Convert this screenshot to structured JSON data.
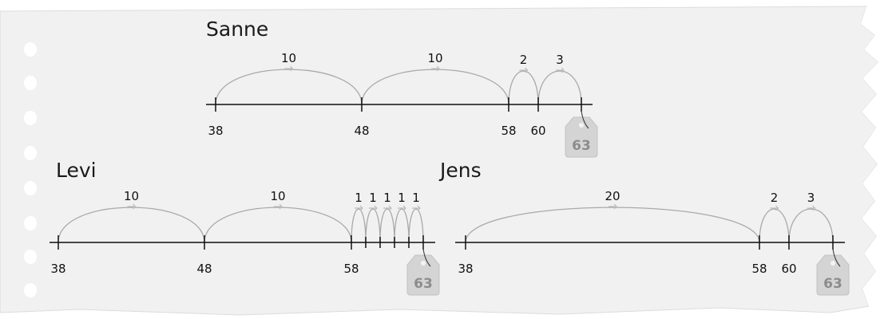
{
  "lines": [
    {
      "name": "Sanne",
      "ticks": [
        38,
        48,
        58,
        60,
        63
      ],
      "tick_labels": [
        "38",
        "48",
        "58",
        "60"
      ],
      "target": "63",
      "jumps": [
        {
          "from": 38,
          "to": 48,
          "label": "10"
        },
        {
          "from": 48,
          "to": 58,
          "label": "10"
        },
        {
          "from": 58,
          "to": 60,
          "label": "2"
        },
        {
          "from": 60,
          "to": 63,
          "label": "3"
        }
      ]
    },
    {
      "name": "Levi",
      "ticks": [
        38,
        48,
        58,
        59,
        60,
        61,
        62,
        63
      ],
      "tick_labels": [
        "38",
        "48",
        "58"
      ],
      "target": "63",
      "jumps": [
        {
          "from": 38,
          "to": 48,
          "label": "10"
        },
        {
          "from": 48,
          "to": 58,
          "label": "10"
        },
        {
          "from": 58,
          "to": 59,
          "label": "1"
        },
        {
          "from": 59,
          "to": 60,
          "label": "1"
        },
        {
          "from": 60,
          "to": 61,
          "label": "1"
        },
        {
          "from": 61,
          "to": 62,
          "label": "1"
        },
        {
          "from": 62,
          "to": 63,
          "label": "1"
        }
      ]
    },
    {
      "name": "Jens",
      "ticks": [
        38,
        58,
        60,
        63
      ],
      "tick_labels": [
        "38",
        "58",
        "60"
      ],
      "target": "63",
      "jumps": [
        {
          "from": 38,
          "to": 58,
          "label": "20"
        },
        {
          "from": 58,
          "to": 60,
          "label": "2"
        },
        {
          "from": 60,
          "to": 63,
          "label": "3"
        }
      ]
    }
  ]
}
